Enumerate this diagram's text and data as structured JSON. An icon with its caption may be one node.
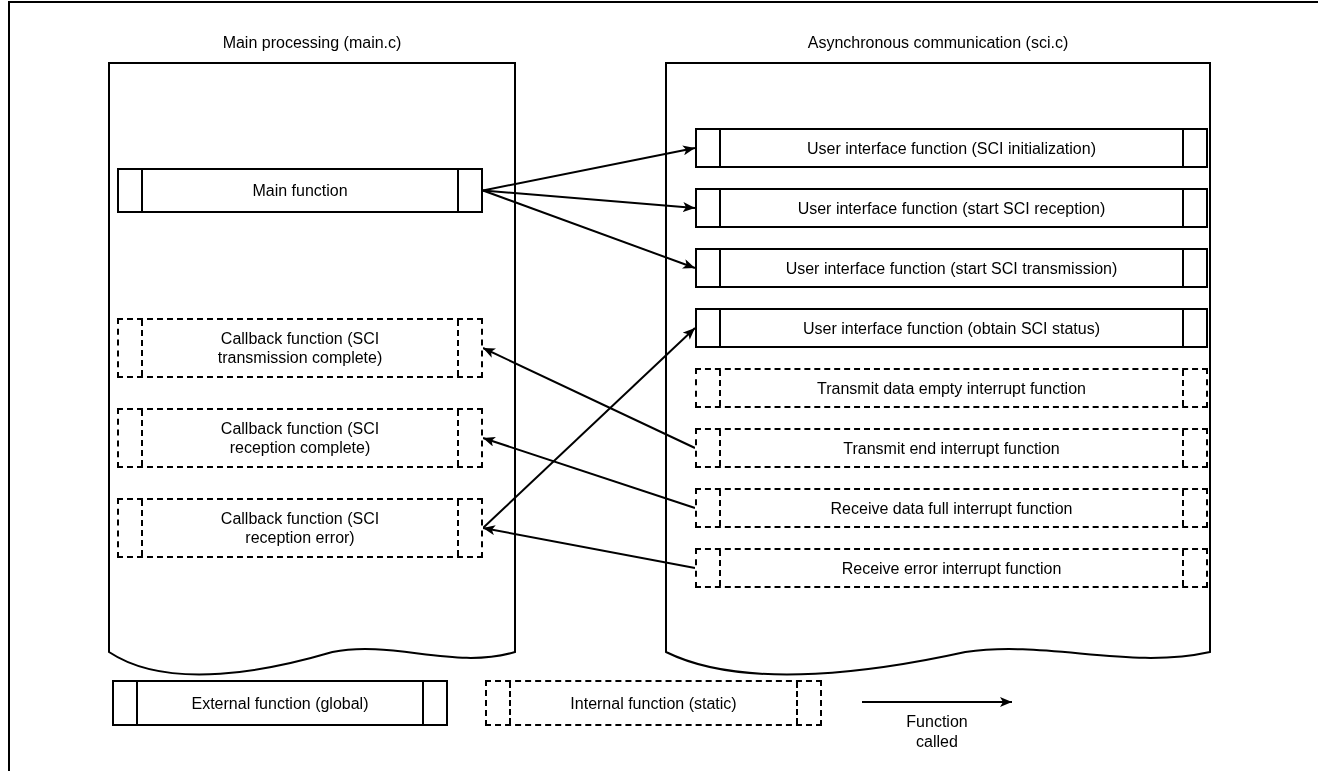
{
  "diagram": {
    "nodes": [
      {
        "text": [
          "Main processing (main.c)"
        ]
      },
      {
        "text": [
          "Main function"
        ],
        "in": 0
      },
      {
        "text": [
          "Callback function (SCI transmission complete)"
        ],
        "in": 0
      },
      {
        "text": [
          "Callback function (SCI reception complete)"
        ],
        "in": 0
      },
      {
        "text": [
          "Callback function (SCI reception error)"
        ],
        "in": 0
      },
      {
        "text": [
          "Asynchronous communication (sci.c)"
        ]
      },
      {
        "text": [
          "User interface function (SCI initialization)"
        ],
        "in": 5
      },
      {
        "text": [
          "User interface function (start SCI reception)"
        ],
        "in": 5
      },
      {
        "text": [
          "User interface function (start SCI transmission)"
        ],
        "in": 5
      },
      {
        "text": [
          "User interface function (obtain SCI status)"
        ],
        "in": 5
      },
      {
        "text": [
          "Transmit data empty interrupt function"
        ],
        "in": 5
      },
      {
        "text": [
          "Transmit end interrupt function"
        ],
        "in": 5
      },
      {
        "text": [
          "Receive data full interrupt function"
        ],
        "in": 5
      },
      {
        "text": [
          "Receive error interrupt function"
        ],
        "in": 5
      }
    ],
    "edges": [
      {
        "from": 1,
        "to": 6,
        "arrow": "to"
      },
      {
        "from": 1,
        "to": 7,
        "arrow": "to"
      },
      {
        "from": 1,
        "to": 8,
        "arrow": "to"
      },
      {
        "from": 4,
        "to": 9,
        "arrow": "to"
      },
      {
        "from": 11,
        "to": 2,
        "arrow": "to"
      },
      {
        "from": 12,
        "to": 3,
        "arrow": "to"
      },
      {
        "from": 13,
        "to": 4,
        "arrow": "to"
      }
    ],
    "legend": [
      {
        "text": "External function (global)"
      },
      {
        "text": "Internal function (static)"
      },
      {
        "text": "Function called"
      }
    ]
  }
}
